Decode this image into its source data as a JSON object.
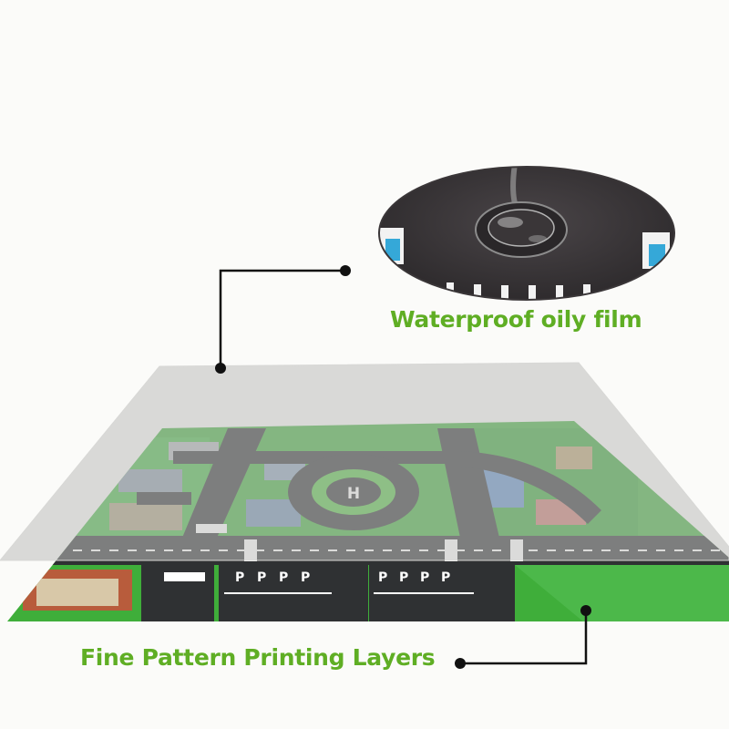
{
  "labels": {
    "film": "Waterproof oily film",
    "print": "Fine Pattern Printing Layers"
  },
  "mat": {
    "helipad": "H",
    "parking_top": [
      "P",
      "P",
      "P",
      "P"
    ],
    "parking_bottom": [
      "P",
      "P",
      "P",
      "P"
    ]
  },
  "colors": {
    "label_green": "#5fae24",
    "grass": "#3fae3a",
    "road": "#2f3133",
    "film": "#c8c8c6",
    "pointer": "#111111"
  }
}
